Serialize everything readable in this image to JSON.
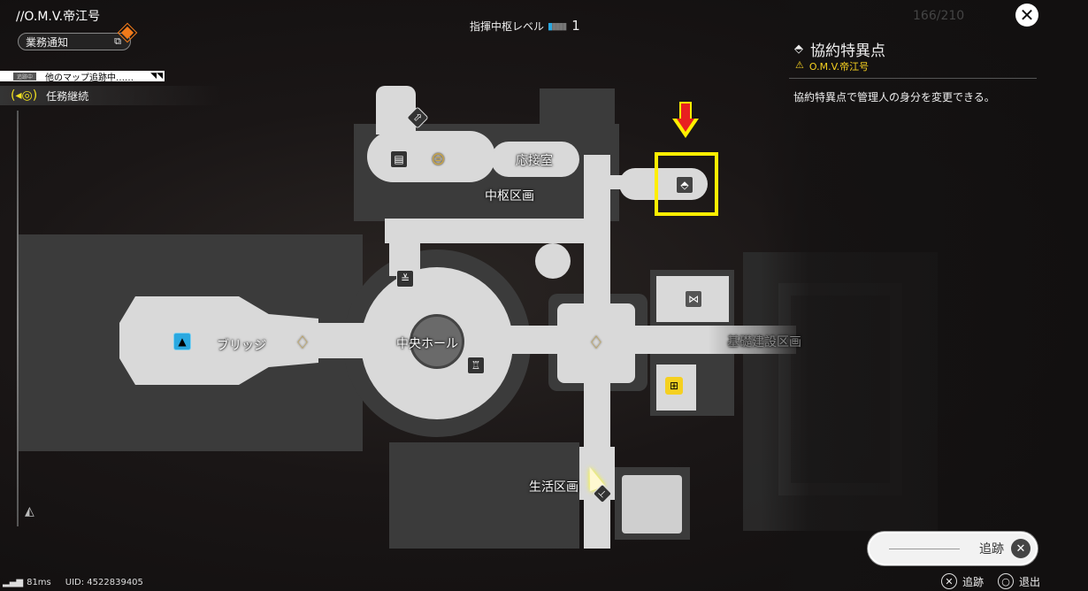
{
  "header": {
    "location": "//O.M.V.帝江号",
    "notice_button": "業務通知",
    "tracking_banner": "他のマップ追跡中……",
    "tracking_tag": "追跡中",
    "continue_mission": "任務継続",
    "hub_level_label": "指揮中枢レベル",
    "hub_level_value": "1",
    "progress_counter": "166/210"
  },
  "map": {
    "areas": {
      "hub": "中枢区画",
      "reception": "応接室",
      "bridge": "ブリッジ",
      "central_hall": "中央ホール",
      "infrastructure": "基礎建設区画",
      "living": "生活区画"
    }
  },
  "panel": {
    "title": "協約特異点",
    "location": "O.M.V.帝江号",
    "description": "協約特異点で管理人の身分を変更できる。"
  },
  "track_button": {
    "label": "追跡"
  },
  "hints": [
    {
      "key": "✕",
      "label": "追跡"
    },
    {
      "key": "○",
      "label": "退出"
    }
  ],
  "status": {
    "ping": "81ms",
    "uid": "UID: 4522839405"
  },
  "colors": {
    "highlight": "#ffee00",
    "arrow": "#e82020",
    "accent": "#f07a1a",
    "gold": "#c9a64a",
    "blue": "#2aa8e0"
  }
}
